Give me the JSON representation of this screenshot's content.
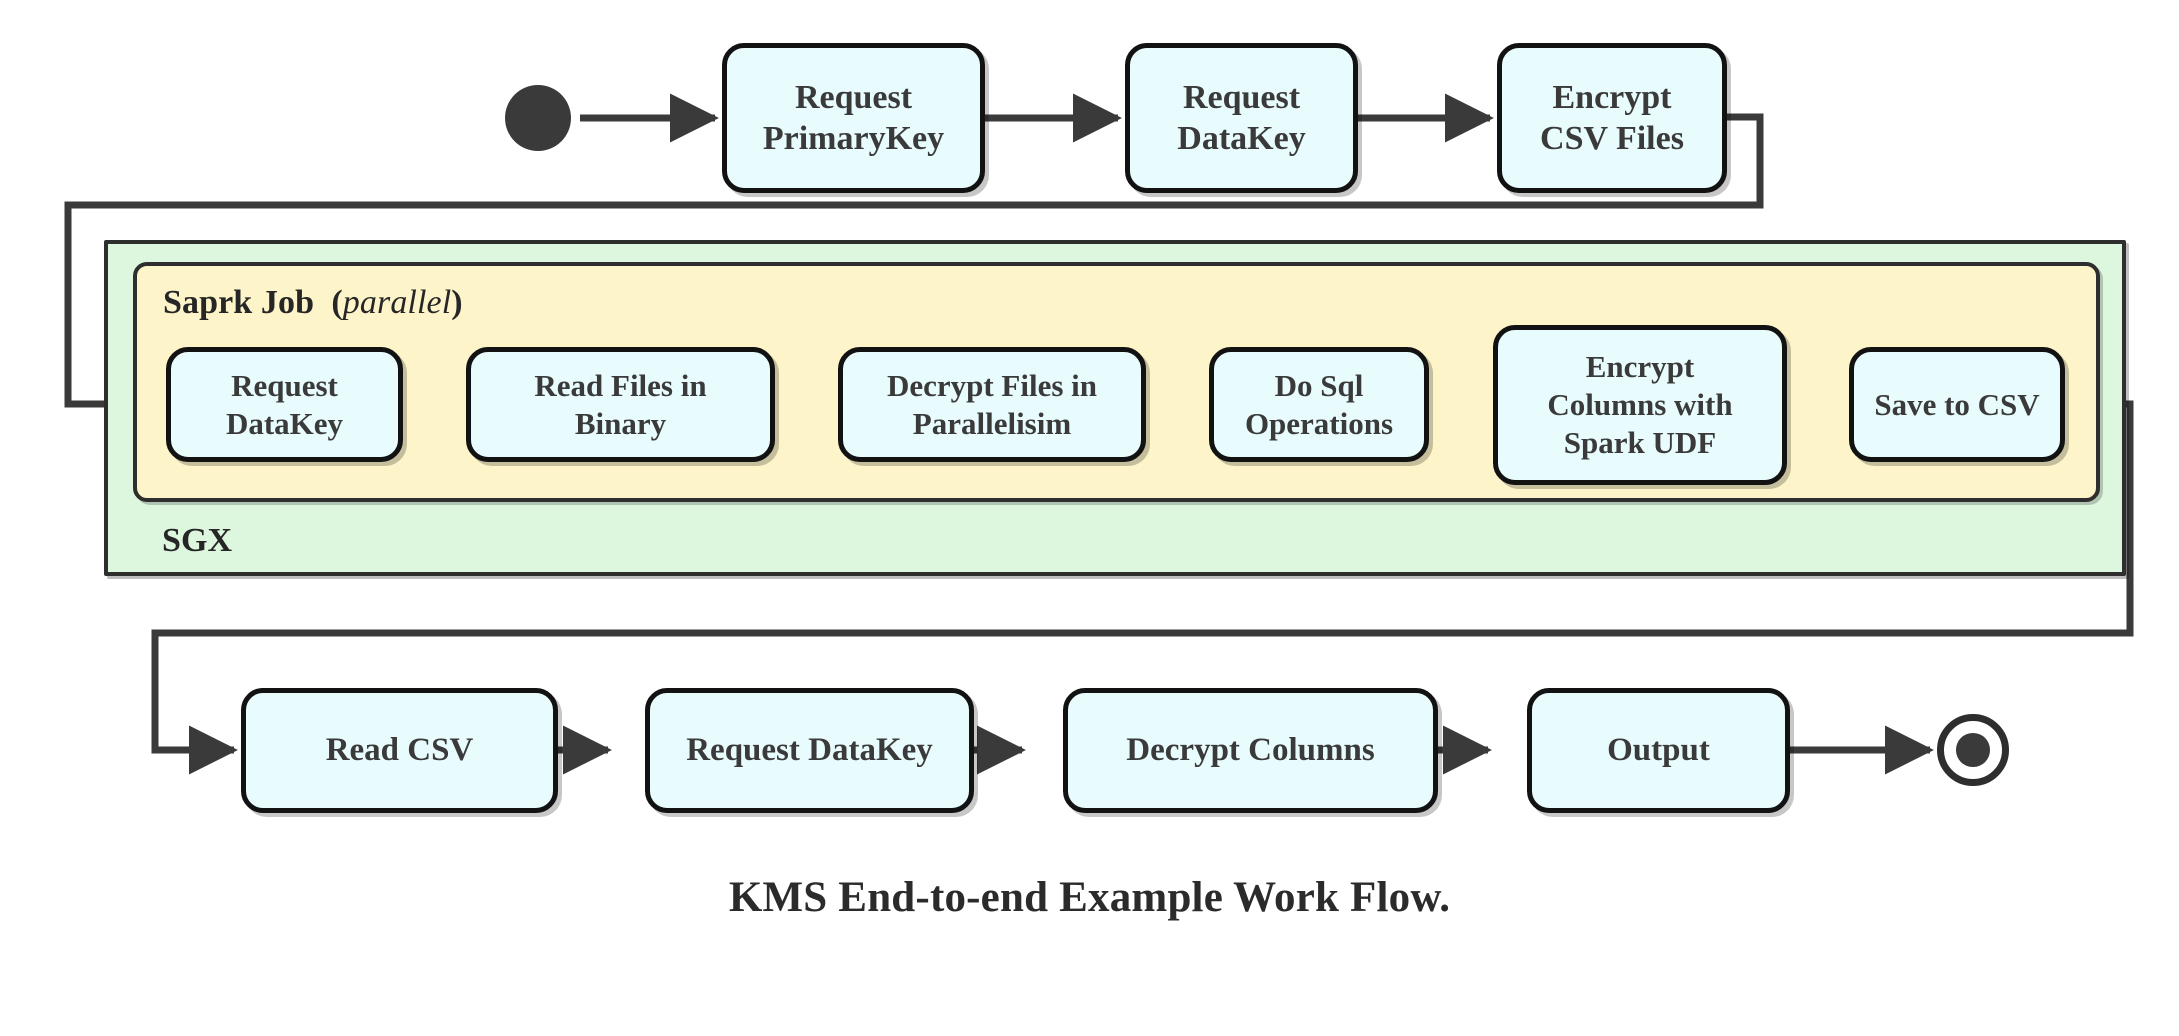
{
  "figure": {
    "caption": "KMS End-to-end Example Work Flow.",
    "colors": {
      "node_fill": "#e8fbfd",
      "node_stroke": "#121212",
      "spark_fill": "#fdf4c9",
      "sgx_fill": "#ddf6de",
      "region_stroke": "#2e2e2e",
      "arrow": "#3a3a3a",
      "text": "#3a3a3a"
    }
  },
  "regions": {
    "sgx": {
      "label": "SGX"
    },
    "spark": {
      "label_main": "Saprk Job",
      "label_paren_open": "(",
      "label_italic": "parallel",
      "label_paren_close": ")"
    }
  },
  "markers": {
    "start": "start-node",
    "end": "end-node"
  },
  "flow": {
    "top_row": [
      {
        "id": "request-primarykey",
        "lines": [
          "Request",
          "PrimaryKey"
        ]
      },
      {
        "id": "request-datakey-top",
        "lines": [
          "Request",
          "DataKey"
        ]
      },
      {
        "id": "encrypt-csv-files",
        "lines": [
          "Encrypt",
          "CSV Files"
        ]
      }
    ],
    "spark_row": [
      {
        "id": "request-datakey-spark",
        "lines": [
          "Request",
          "DataKey"
        ]
      },
      {
        "id": "read-files-in-binary",
        "lines": [
          "Read Files in",
          "Binary"
        ]
      },
      {
        "id": "decrypt-files-in-parallelisim",
        "lines": [
          "Decrypt Files in",
          "Parallelisim"
        ]
      },
      {
        "id": "do-sql-operations",
        "lines": [
          "Do Sql",
          "Operations"
        ]
      },
      {
        "id": "encrypt-columns-with-spark-udf",
        "lines": [
          "Encrypt",
          "Columns with",
          "Spark UDF"
        ]
      },
      {
        "id": "save-to-csv",
        "lines": [
          "Save to CSV"
        ]
      }
    ],
    "bottom_row": [
      {
        "id": "read-csv",
        "lines": [
          "Read CSV"
        ]
      },
      {
        "id": "request-datakey-bottom",
        "lines": [
          "Request DataKey"
        ]
      },
      {
        "id": "decrypt-columns",
        "lines": [
          "Decrypt Columns"
        ]
      },
      {
        "id": "output",
        "lines": [
          "Output"
        ]
      }
    ]
  }
}
